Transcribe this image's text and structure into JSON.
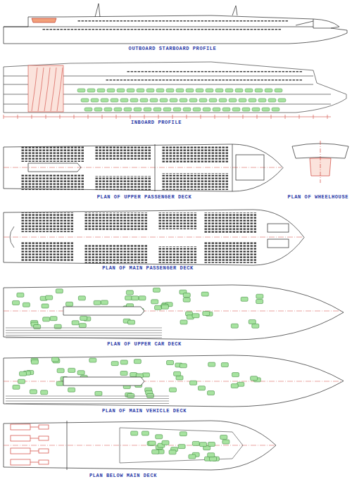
{
  "diagram": {
    "labels": [
      "OUTBOARD STARBOARD PROFILE",
      "INBOARD PROFILE",
      "PLAN OF UPPER PASSENGER DECK",
      "PLAN OF WHEELHOUSE",
      "PLAN OF MAIN PASSENGER DECK",
      "PLAN OF UPPER CAR DECK",
      "PLAN OF MAIN VEHICLE DECK",
      "PLAN BELOW MAIN DECK"
    ]
  }
}
